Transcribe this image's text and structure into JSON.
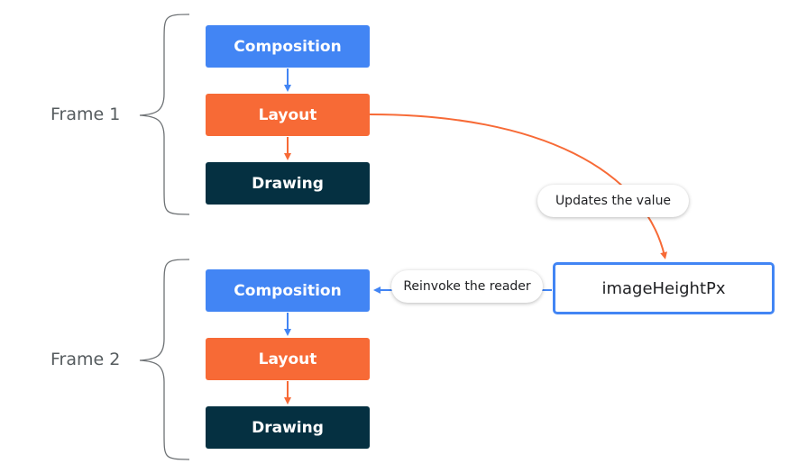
{
  "frames": [
    {
      "label": "Frame 1",
      "steps": {
        "composition": "Composition",
        "layout": "Layout",
        "drawing": "Drawing"
      }
    },
    {
      "label": "Frame 2",
      "steps": {
        "composition": "Composition",
        "layout": "Layout",
        "drawing": "Drawing"
      }
    }
  ],
  "state": {
    "name": "imageHeightPx"
  },
  "edges": {
    "update_label": "Updates the value",
    "reinvoke_label": "Reinvoke the reader"
  },
  "colors": {
    "composition": "#4285f4",
    "layout": "#f76a36",
    "drawing": "#053041",
    "bracket": "#6e7275"
  }
}
